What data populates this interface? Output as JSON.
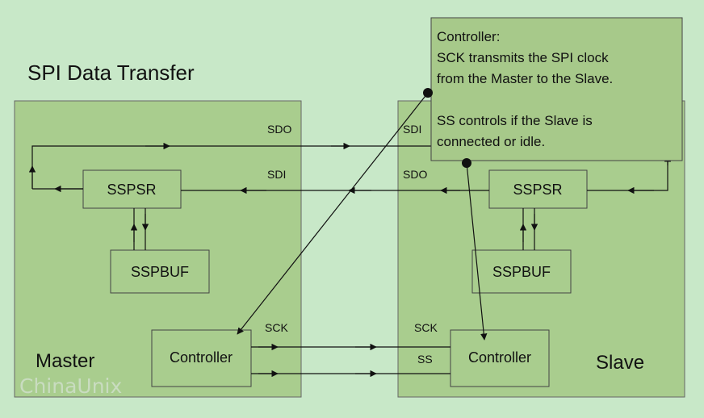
{
  "title": "SPI Data Transfer",
  "master": {
    "label": "Master",
    "sspsr": "SSPSR",
    "sspbuf": "SSPBUF",
    "controller": "Controller"
  },
  "slave": {
    "label": "Slave",
    "sspsr": "SSPSR",
    "sspbuf": "SSPBUF",
    "controller": "Controller"
  },
  "signals": {
    "master_sdo": "SDO",
    "master_sdi": "SDI",
    "master_sck": "SCK",
    "slave_sdi": "SDI",
    "slave_sdo": "SDO",
    "slave_sck": "SCK",
    "slave_ss": "SS"
  },
  "callout": {
    "line1": "Controller:",
    "line2": "SCK transmits the SPI clock",
    "line3": "from the Master to the Slave.",
    "line4": "SS controls if the Slave is",
    "line5": "connected or idle."
  },
  "watermark": "ChinaUnix",
  "colors": {
    "background": "#c8e8c8",
    "panel": "#a9cd8e",
    "callout": "#a7c98a",
    "stroke": "#222222"
  }
}
